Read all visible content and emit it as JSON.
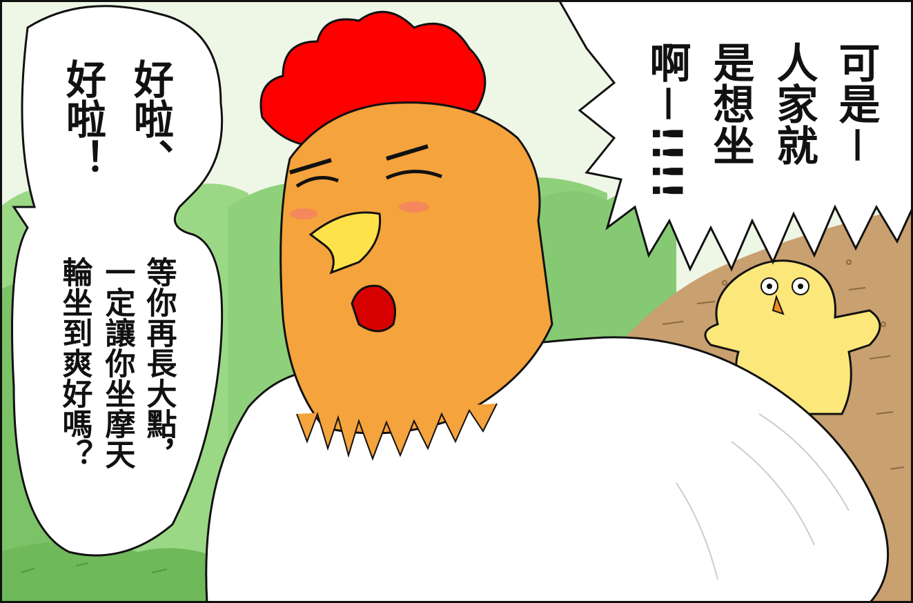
{
  "panel": {
    "colors": {
      "sky": "#eef6e6",
      "bush": "#8fd07a",
      "bush_dark": "#4f9a3e",
      "dirt": "#c9a06f",
      "comb": "#ff0000",
      "face": "#f5a33c",
      "beak": "#ffe24a",
      "chick": "#fbe77a",
      "body_white": "#ffffff",
      "ink": "#111111"
    },
    "speech_left_top": {
      "col1": "好啦、",
      "col2": "好啦！"
    },
    "speech_left_bottom": {
      "col1": "等你再長大點，",
      "col2": "一定讓你坐摩天",
      "col3": "輪坐到爽好嗎？"
    },
    "speech_right": {
      "col1": "可是－",
      "col2": "人家就",
      "col3": "是想坐",
      "col4": "啊－!!!!"
    }
  }
}
